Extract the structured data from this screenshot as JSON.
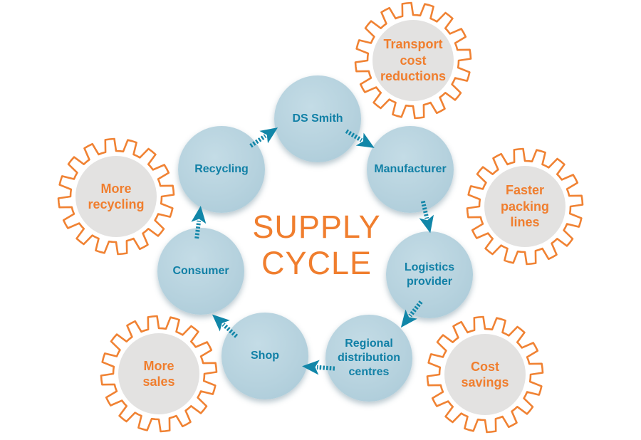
{
  "diagram": {
    "title": "SUPPLY CYCLE",
    "colors": {
      "accent_orange": "#F07E2E",
      "node_text_teal": "#1180A6",
      "node_fill_blue": "#B6D2DE",
      "gear_inner_gray": "#E3E2E1",
      "arrow_teal": "#1186A8"
    },
    "cycle_nodes": [
      {
        "label": "DS Smith"
      },
      {
        "label": "Manufacturer"
      },
      {
        "label": "Logistics provider"
      },
      {
        "label": "Regional distribution centres"
      },
      {
        "label": "Shop"
      },
      {
        "label": "Consumer"
      },
      {
        "label": "Recycling"
      }
    ],
    "benefit_gears": [
      {
        "label": "Transport cost reductions"
      },
      {
        "label": "Faster packing lines"
      },
      {
        "label": "Cost savings"
      },
      {
        "label": "More sales"
      },
      {
        "label": "More recycling"
      }
    ]
  }
}
